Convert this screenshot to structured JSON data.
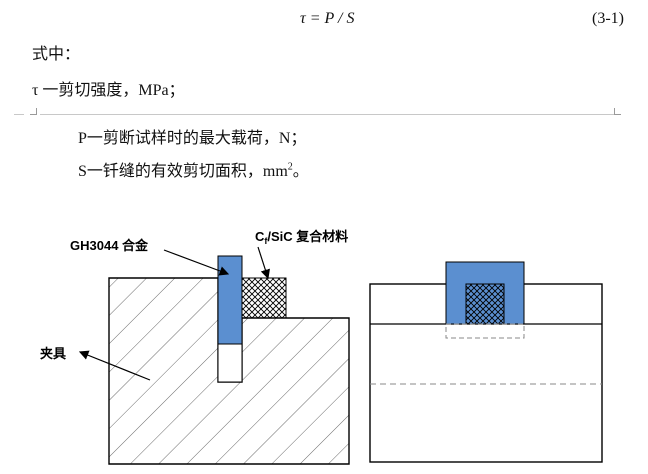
{
  "equation": {
    "text": "τ = P / S",
    "number": "(3-1)"
  },
  "paragraphs": {
    "where": "式中：",
    "tau_def": "τ 一剪切强度，MPa；",
    "p_def": "P一剪断试样时的最大载荷，N；",
    "s_def_prefix": "S一钎缝的有效剪切面积，mm",
    "s_def_sup": "2",
    "s_def_suffix": "。"
  },
  "figure": {
    "label_alloy": "GH3044 合金",
    "label_composite_prefix": "C",
    "label_composite_sub": "f",
    "label_composite_suffix": "/SiC 复合材料",
    "label_fixture": "夹具",
    "colors": {
      "alloy_fill": "#5b8fd0",
      "outline": "#000000",
      "dashed": "#8a8a8a"
    }
  }
}
